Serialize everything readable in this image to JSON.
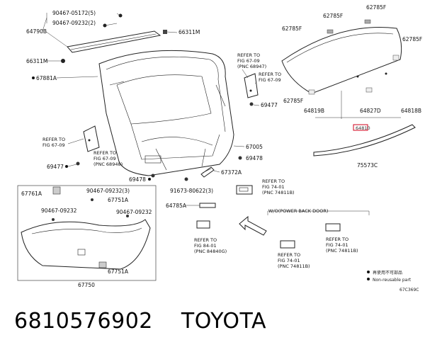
{
  "labels": {
    "p90467_05172": "90467-05172(5)",
    "p90467_09232_top": "90467-09232(2)",
    "p64790B": "64790B",
    "p66311M_a": "66311M",
    "p66311M_b": "66311M",
    "p67881A": "67881A",
    "p62785F_1": "62785F",
    "p62785F_2": "62785F",
    "p62785F_3": "62785F",
    "p62785F_4": "62785F",
    "p62785F_5": "62785F",
    "p64819B": "64819B",
    "p64827D": "64827D",
    "p64818B": "64818B",
    "p64810": "64810",
    "p75573C": "75573C",
    "p69477_a": "69477",
    "p69477_b": "69477",
    "p67005": "67005",
    "p69478_a": "69478",
    "p69478_b": "69478",
    "p67372A": "67372A",
    "p91673": "91673-80622(3)",
    "p64785A": "64785A",
    "p67761A": "67761A",
    "p90467_09232_3": "90467-09232(3)",
    "p67751A_1": "67751A",
    "p90467_09232_l": "90467-09232",
    "p90467_09232_r": "90467-09232",
    "p67751A_2": "67751A",
    "p67750": "67750",
    "wo_power": "W/O(POWER BACK DOOR)",
    "diagram_code": "67C369C"
  },
  "refs": {
    "r1": [
      "REFER TO",
      "FIG 67-09",
      "(PNC 68947)"
    ],
    "r2": [
      "REFER TO",
      "FIG 67-09"
    ],
    "r3": [
      "REFER TO",
      "FIG 67-09"
    ],
    "r4": [
      "REFER TO",
      "FIG 67-09",
      "(PNC 68948)"
    ],
    "r5": [
      "REFER TO",
      "FIG 74-01",
      "(PNC 74811B)"
    ],
    "r6": [
      "REFER TO",
      "FIG 84-01",
      "(PNC 84840G)"
    ],
    "r7": [
      "REFER TO",
      "FIG 74-01",
      "(PNC 74811B)"
    ],
    "r8": [
      "REFER TO",
      "FIG 74-01",
      "(PNC 74811B)"
    ]
  },
  "legend": {
    "reuse_ja": "再使用不可部品",
    "reuse_en": "Non-reusable part"
  },
  "footer": {
    "part_number": "6810576902",
    "brand": "TOYOTA"
  },
  "colors": {
    "highlight": "#d0021b"
  }
}
